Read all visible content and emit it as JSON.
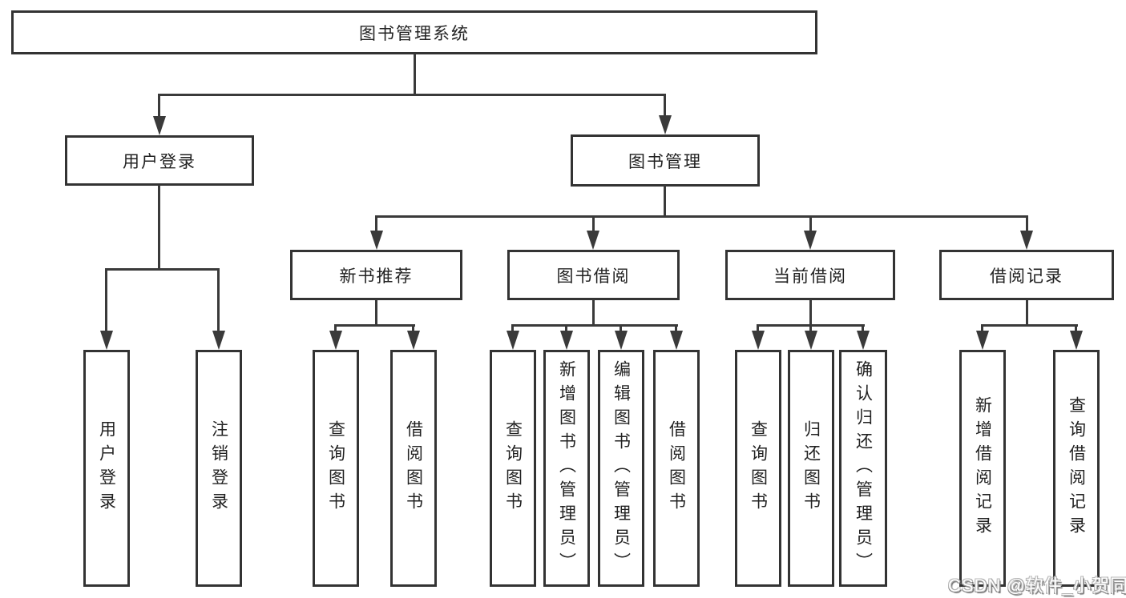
{
  "diagram": {
    "root": {
      "label": "图书管理系统"
    },
    "branches": [
      {
        "label": "用户登录",
        "children": [
          {
            "label": "用户登录"
          },
          {
            "label": "注销登录"
          }
        ]
      },
      {
        "label": "图书管理",
        "children": [
          {
            "label": "新书推荐",
            "children": [
              {
                "label": "查询图书"
              },
              {
                "label": "借阅图书"
              }
            ]
          },
          {
            "label": "图书借阅",
            "children": [
              {
                "label": "查询图书"
              },
              {
                "label": "新增图书（管理员）"
              },
              {
                "label": "编辑图书（管理员）"
              },
              {
                "label": "借阅图书"
              }
            ]
          },
          {
            "label": "当前借阅",
            "children": [
              {
                "label": "查询图书"
              },
              {
                "label": "归还图书"
              },
              {
                "label": "确认归还（管理员）"
              }
            ]
          },
          {
            "label": "借阅记录",
            "children": [
              {
                "label": "新增借阅记录"
              },
              {
                "label": "查询借阅记录"
              }
            ]
          }
        ]
      }
    ],
    "watermark": "CSDN @软件_小贺同学",
    "colors": {
      "line": "#3a3a3a",
      "box_border": "#333333",
      "text": "#222222",
      "background": "#ffffff",
      "watermark_fill": "#ffffff",
      "watermark_outline": "#8f8f8f"
    }
  }
}
